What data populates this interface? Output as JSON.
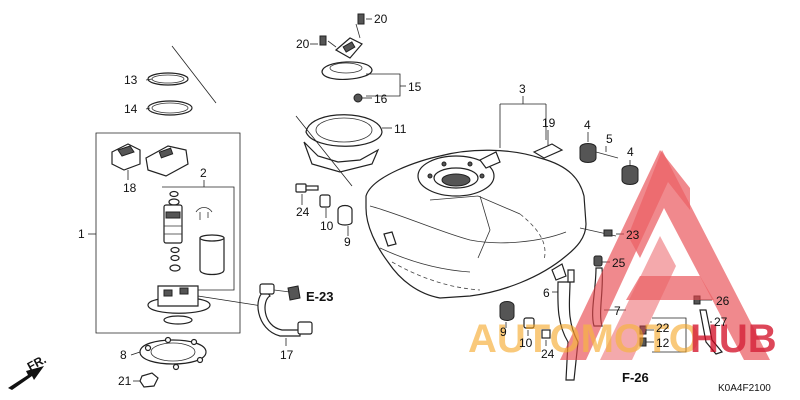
{
  "diagram": {
    "callouts": {
      "c1": "1",
      "c2": "2",
      "c3": "3",
      "c4a": "4",
      "c4b": "4",
      "c5": "5",
      "c6": "6",
      "c7": "7",
      "c8": "8",
      "c9a": "9",
      "c9b": "9",
      "c10a": "10",
      "c10b": "10",
      "c11": "11",
      "c12": "12",
      "c13": "13",
      "c14": "14",
      "c15": "15",
      "c16": "16",
      "c17": "17",
      "c18": "18",
      "c19": "19",
      "c20a": "20",
      "c20b": "20",
      "c21": "21",
      "c22": "22",
      "c23": "23",
      "c24a": "24",
      "c24b": "24",
      "c25": "25",
      "c26": "26",
      "c27": "27"
    },
    "refs": {
      "e23": "E-23",
      "f26": "F-26"
    },
    "front_arrow": "FR.",
    "drawing_code": "K0A4F2100",
    "watermark": {
      "left": "AUTOMOTO",
      "right": "HUB",
      "color_orange": "#f5a623",
      "color_red": "#d0021b"
    }
  }
}
